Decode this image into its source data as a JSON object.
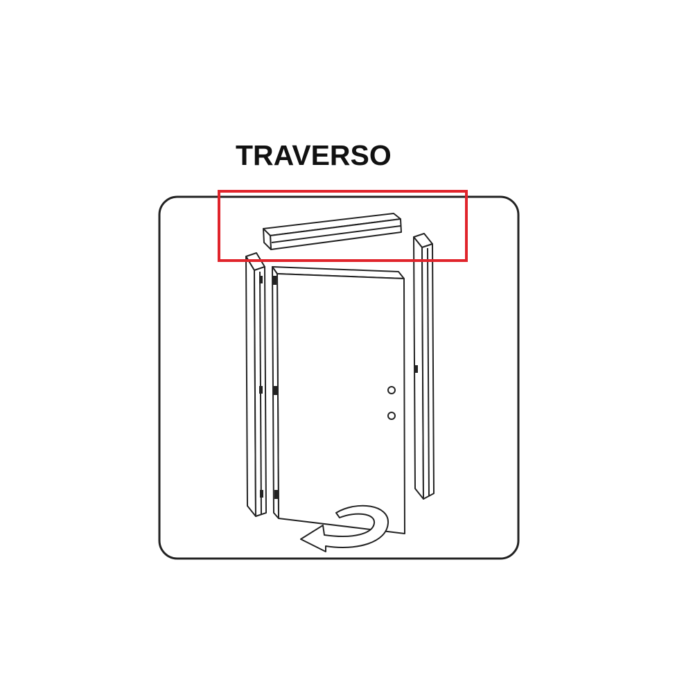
{
  "label": "TRAVERSO",
  "colors": {
    "highlight": "#e0242b",
    "line": "#222222",
    "background": "#ffffff"
  },
  "parts": [
    "frame-border",
    "traverse-crossbar",
    "left-jamb",
    "right-jamb",
    "door-leaf",
    "door-hinges",
    "lock-holes",
    "rotation-arrow"
  ]
}
